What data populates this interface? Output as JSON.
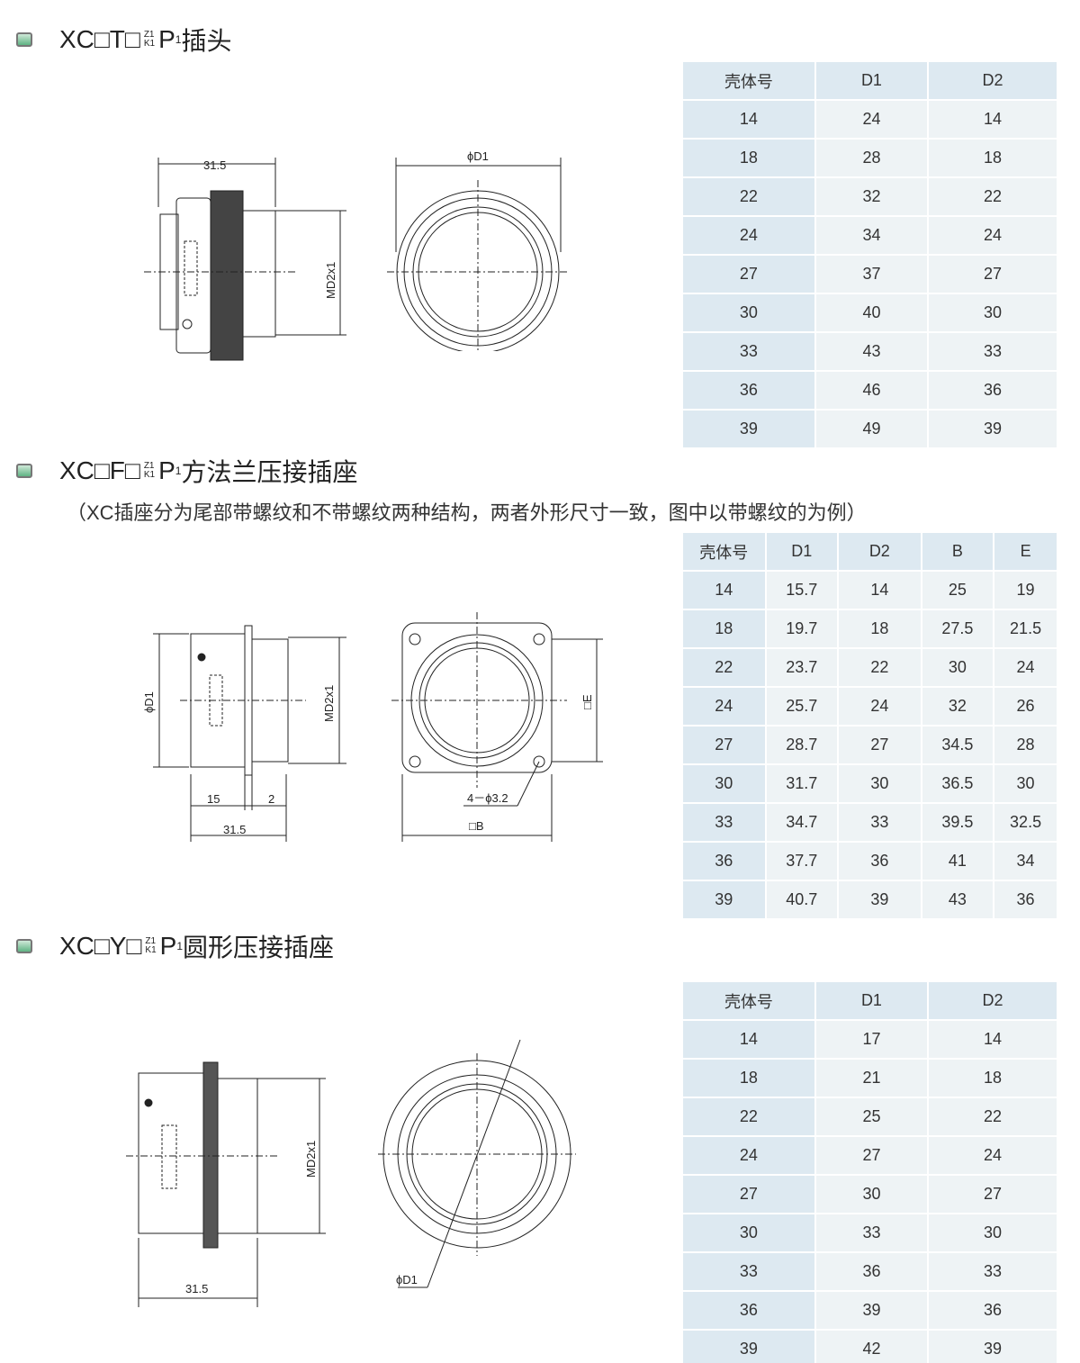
{
  "sections": [
    {
      "title_prefix": "XC□T□",
      "sub_top": "Z1",
      "sub_bottom": "K1",
      "title_p": "P",
      "title_p_sub": "1",
      "title_suffix": "插头",
      "drawing": {
        "length": "31.5",
        "diameter": "ϕD1",
        "thread": "MD2x1"
      },
      "table": {
        "headers": [
          "壳体号",
          "D1",
          "D2"
        ],
        "rows": [
          [
            "14",
            "24",
            "14"
          ],
          [
            "18",
            "28",
            "18"
          ],
          [
            "22",
            "32",
            "22"
          ],
          [
            "24",
            "34",
            "24"
          ],
          [
            "27",
            "37",
            "27"
          ],
          [
            "30",
            "40",
            "30"
          ],
          [
            "33",
            "43",
            "33"
          ],
          [
            "36",
            "46",
            "36"
          ],
          [
            "39",
            "49",
            "39"
          ]
        ]
      }
    },
    {
      "title_prefix": "XC□F□",
      "sub_top": "Z1",
      "sub_bottom": "K1",
      "title_p": "P",
      "title_p_sub": "1",
      "title_suffix": "方法兰压接插座",
      "note": "（XC插座分为尾部带螺纹和不带螺纹两种结构，两者外形尺寸一致，图中以带螺纹的为例）",
      "drawing": {
        "diameter": "ϕD1",
        "thread": "MD2x1",
        "dim_15": "15",
        "dim_2": "2",
        "length": "31.5",
        "holes": "4－ϕ3.2",
        "square_b": "□B",
        "square_e": "□E"
      },
      "table": {
        "headers": [
          "壳体号",
          "D1",
          "D2",
          "B",
          "E"
        ],
        "rows": [
          [
            "14",
            "15.7",
            "14",
            "25",
            "19"
          ],
          [
            "18",
            "19.7",
            "18",
            "27.5",
            "21.5"
          ],
          [
            "22",
            "23.7",
            "22",
            "30",
            "24"
          ],
          [
            "24",
            "25.7",
            "24",
            "32",
            "26"
          ],
          [
            "27",
            "28.7",
            "27",
            "34.5",
            "28"
          ],
          [
            "30",
            "31.7",
            "30",
            "36.5",
            "30"
          ],
          [
            "33",
            "34.7",
            "33",
            "39.5",
            "32.5"
          ],
          [
            "36",
            "37.7",
            "36",
            "41",
            "34"
          ],
          [
            "39",
            "40.7",
            "39",
            "43",
            "36"
          ]
        ]
      }
    },
    {
      "title_prefix": "XC□Y□",
      "sub_top": "Z1",
      "sub_bottom": "K1",
      "title_p": "P",
      "title_p_sub": "1",
      "title_suffix": "圆形压接插座",
      "drawing": {
        "thread": "MD2x1",
        "length": "31.5",
        "diameter": "ϕD1"
      },
      "table": {
        "headers": [
          "壳体号",
          "D1",
          "D2"
        ],
        "rows": [
          [
            "14",
            "17",
            "14"
          ],
          [
            "18",
            "21",
            "18"
          ],
          [
            "22",
            "25",
            "22"
          ],
          [
            "24",
            "27",
            "24"
          ],
          [
            "27",
            "30",
            "27"
          ],
          [
            "30",
            "33",
            "30"
          ],
          [
            "33",
            "36",
            "33"
          ],
          [
            "36",
            "39",
            "36"
          ],
          [
            "39",
            "42",
            "39"
          ]
        ]
      }
    }
  ]
}
